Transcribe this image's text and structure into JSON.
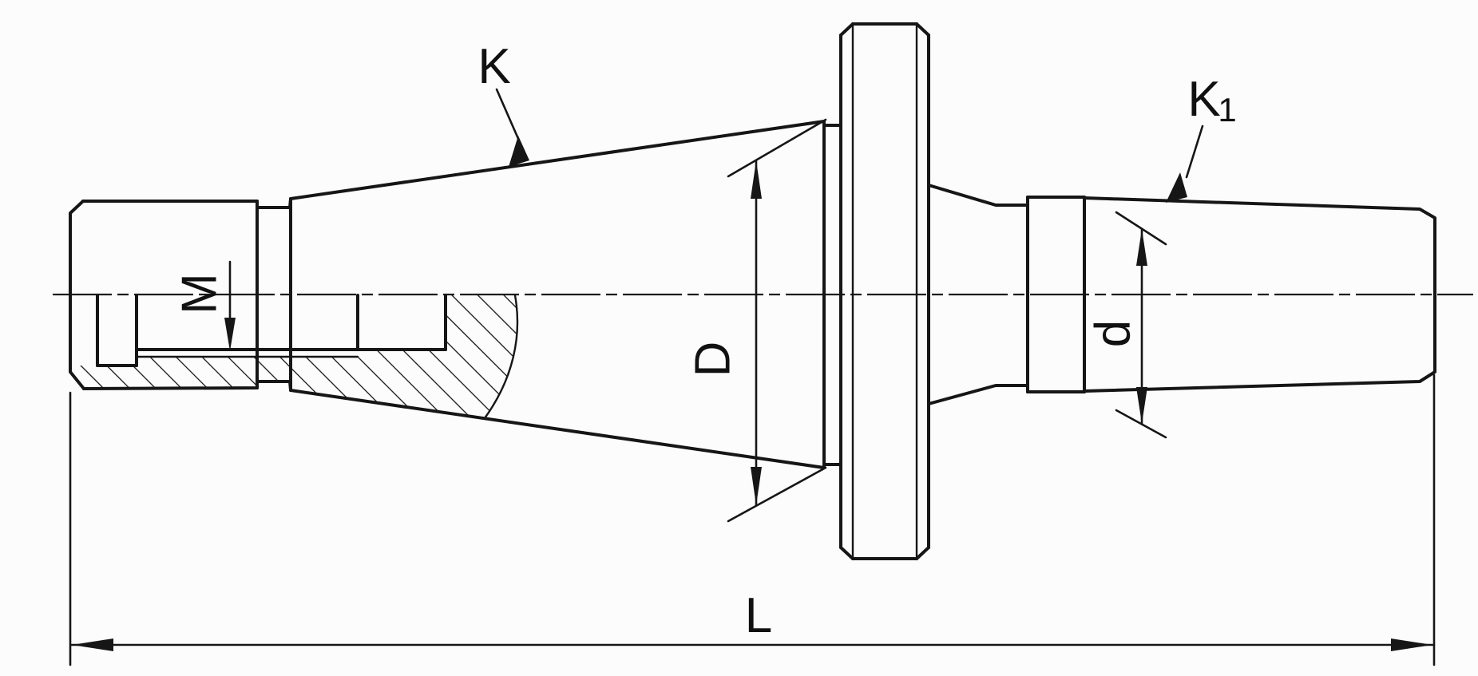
{
  "drawing": {
    "description": "Technical line drawing of a milling arbor / drill chuck arbor with taper shank, central flange and secondary taper",
    "labels": {
      "k": "K",
      "k1_base": "K",
      "k1_sub": "1",
      "m": "M",
      "diameter_large": "D",
      "diameter_small": "d",
      "length": "L"
    },
    "colors": {
      "ink": "#161616",
      "background": "#fcfcfc"
    }
  }
}
